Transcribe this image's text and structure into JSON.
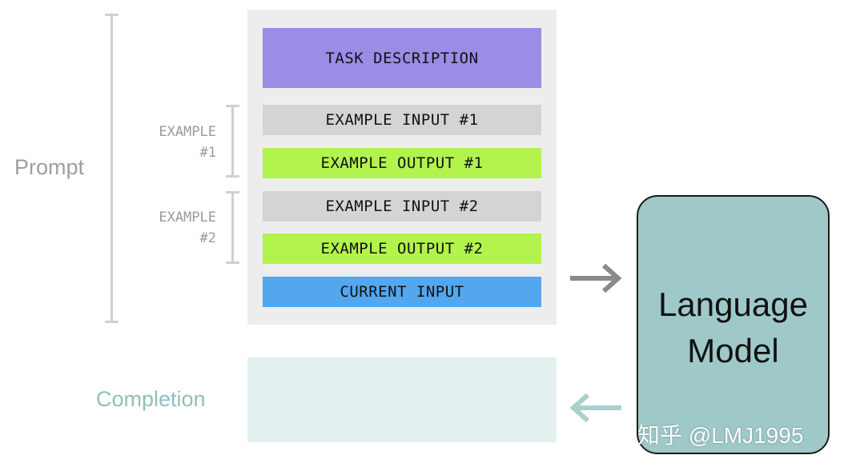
{
  "prompt": {
    "label": "Prompt",
    "task_description": "TASK DESCRIPTION",
    "example1": {
      "label_line1": "EXAMPLE",
      "label_line2": "#1",
      "input": "EXAMPLE INPUT #1",
      "output": "EXAMPLE OUTPUT #1"
    },
    "example2": {
      "label_line1": "EXAMPLE",
      "label_line2": "#2",
      "input": "EXAMPLE INPUT #2",
      "output": "EXAMPLE OUTPUT #2"
    },
    "current_input": "CURRENT INPUT"
  },
  "completion": {
    "label": "Completion"
  },
  "model": {
    "line1": "Language",
    "line2": "Model"
  },
  "watermark": "知乎 @LMJ1995",
  "colors": {
    "task": "#9b8ce6",
    "example_input": "#d4d4d4",
    "example_output": "#b2f34e",
    "current_input": "#53a7ef",
    "completion_bg": "#e2f0ef",
    "model_bg": "#9fc9c9",
    "arrow_in": "#8a8a8a",
    "arrow_out": "#a9d0cb"
  },
  "icons": {
    "arrow_to_model": "right-arrow-icon",
    "arrow_from_model": "left-arrow-icon"
  }
}
